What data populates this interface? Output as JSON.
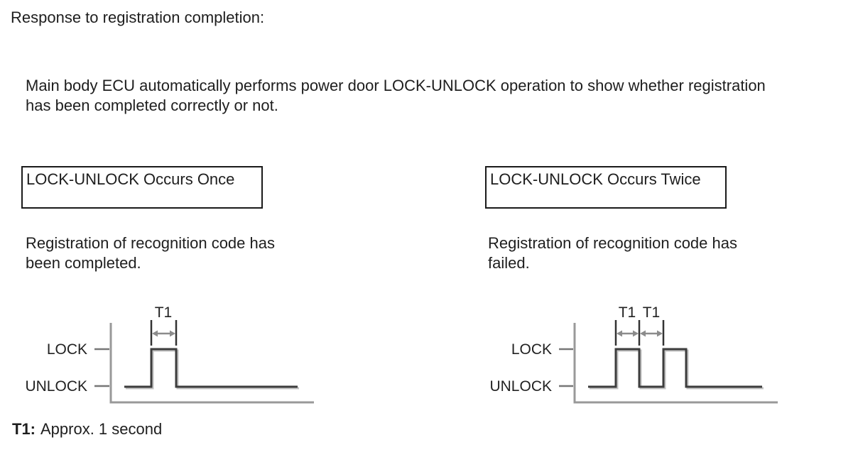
{
  "colors": {
    "background": "#ffffff",
    "text": "#1e1e1e",
    "box_border": "#1a1a1a",
    "axis_gray": "#999999",
    "signal_dark": "#3d3d3d",
    "signal_shadow": "#c3c3c3",
    "marker_dark": "#333333",
    "arrow_gray": "#8c8c8c",
    "tick_gray": "#777777"
  },
  "header": {
    "title": "Response to registration completion:"
  },
  "intro": {
    "lines": [
      "Main body ECU automatically performs power door LOCK-UNLOCK operation to show whether registration",
      "has been completed correctly or not."
    ]
  },
  "panels": {
    "left": {
      "box_label": "LOCK-UNLOCK Occurs Once",
      "description_lines": [
        "Registration of recognition code has",
        "been completed."
      ],
      "diagram": {
        "t1_label": "T1",
        "lock_label": "LOCK",
        "unlock_label": "UNLOCK",
        "pulse_count": 1,
        "levels": [
          "UNLOCK",
          "LOCK",
          "UNLOCK"
        ]
      }
    },
    "right": {
      "box_label": "LOCK-UNLOCK Occurs Twice",
      "description_lines": [
        "Registration of recognition code has",
        "failed."
      ],
      "diagram": {
        "t1_labels": [
          "T1",
          "T1"
        ],
        "lock_label": "LOCK",
        "unlock_label": "UNLOCK",
        "pulse_count": 2,
        "levels": [
          "UNLOCK",
          "LOCK",
          "UNLOCK",
          "LOCK",
          "UNLOCK"
        ]
      }
    }
  },
  "footnote": {
    "prefix": "T1:",
    "text": "Approx. 1 second"
  }
}
